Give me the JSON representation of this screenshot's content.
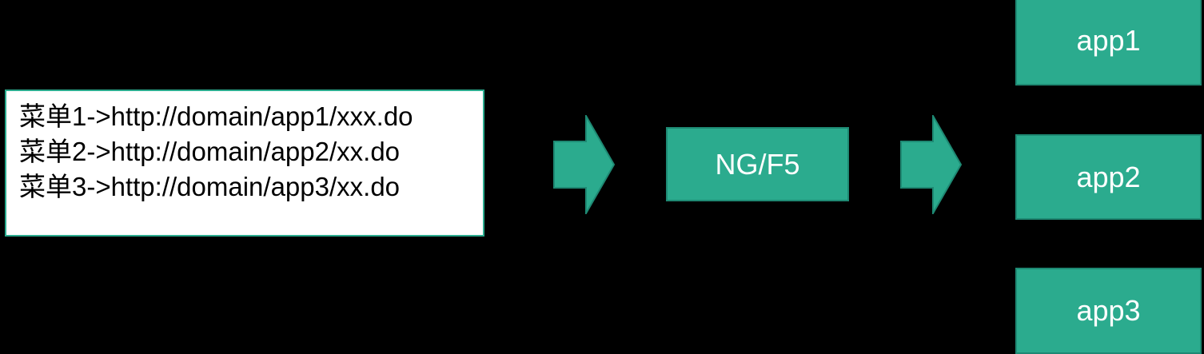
{
  "colors": {
    "background": "#000000",
    "accent": "#2BAB8E",
    "accent_dark": "#1E8973",
    "menu_box_bg": "#FFFFFF",
    "menu_text": "#000000",
    "node_text": "#FFFFFF"
  },
  "menu_box": {
    "lines": [
      "菜单1->http://domain/app1/xxx.do",
      "菜单2->http://domain/app2/xx.do",
      "菜单3->http://domain/app3/xx.do"
    ]
  },
  "load_balancer": {
    "label": "NG/F5"
  },
  "app_nodes": [
    {
      "label": "app1"
    },
    {
      "label": "app2"
    },
    {
      "label": "app3"
    }
  ],
  "arrows": [
    {
      "name": "right-arrow"
    },
    {
      "name": "right-arrow"
    }
  ]
}
